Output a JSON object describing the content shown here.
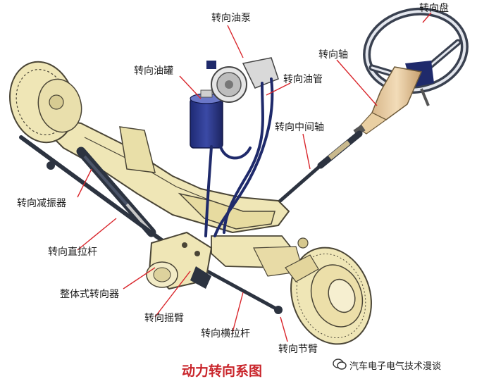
{
  "labels": {
    "steering_pump": "转向油泵",
    "steering_wheel": "转向盘",
    "steering_shaft": "转向轴",
    "oil_reservoir": "转向油罐",
    "oil_pipe": "转向油管",
    "intermediate_shaft": "转向中间轴",
    "steering_damper": "转向减振器",
    "drag_link": "转向直拉杆",
    "integral_gear": "整体式转向器",
    "pitman_arm": "转向摇臂",
    "tie_rod": "转向横拉杆",
    "knuckle_arm": "转向节臂"
  },
  "title": "动力转向系图",
  "watermark": "汽车电子电气技术漫谈",
  "colors": {
    "axle": "#efe6b6",
    "axle_stroke": "#4a4536",
    "hose": "#1f2a6b",
    "reservoir": "#2d3a8c",
    "leader": "#d9262c",
    "title": "#c9252b"
  }
}
